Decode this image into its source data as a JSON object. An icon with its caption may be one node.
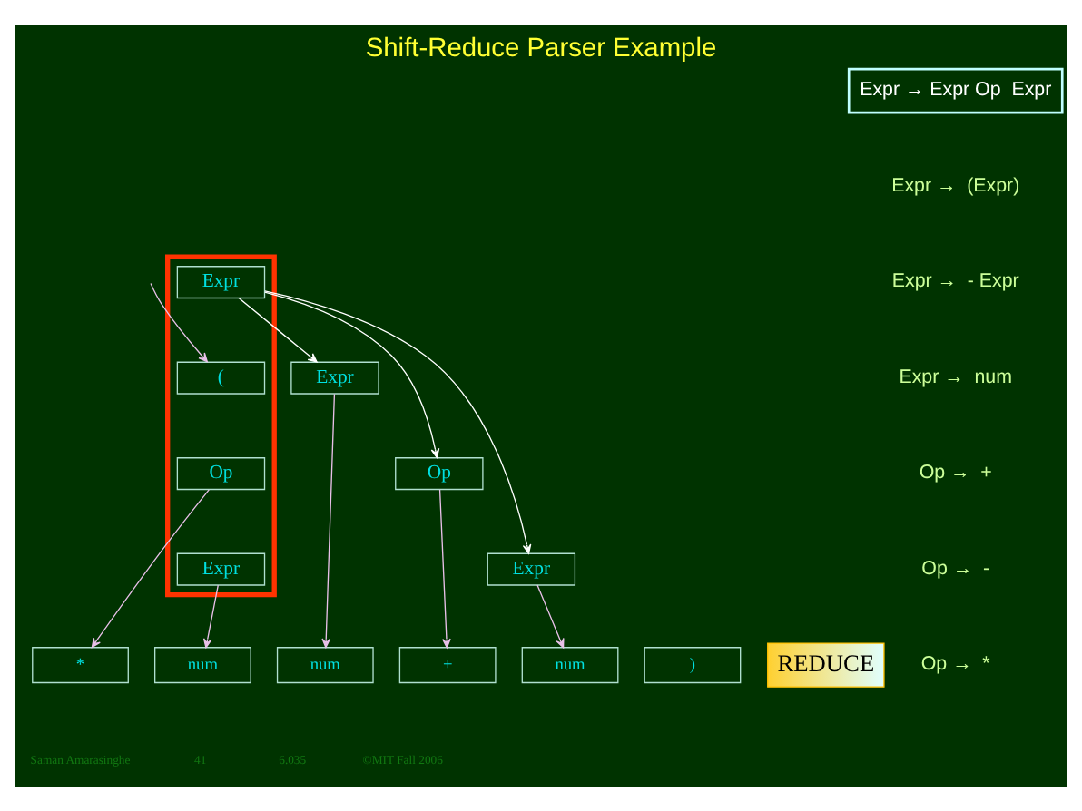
{
  "diagram": {
    "title": "Shift-Reduce Parser Example",
    "nodes": [
      {
        "text": [],
        "shape": "box"
      },
      {
        "text": [
          "Expr"
        ],
        "in": 0
      },
      {
        "text": [
          "("
        ],
        "in": 0
      },
      {
        "text": [
          "Op"
        ],
        "in": 0
      },
      {
        "text": [
          "Expr"
        ],
        "in": 0
      },
      {
        "text": [
          "Expr"
        ]
      },
      {
        "text": [
          "Op"
        ]
      },
      {
        "text": [
          "Expr"
        ]
      },
      {
        "text": [
          "num"
        ]
      },
      {
        "text": [
          "*"
        ]
      },
      {
        "text": [
          "num"
        ]
      },
      {
        "text": [
          "+"
        ]
      },
      {
        "text": [
          "num"
        ]
      },
      {
        "text": [
          ")"
        ]
      },
      {
        "text": [
          "REDUCE"
        ]
      },
      {
        "text": [
          "Expr → Expr Op  Expr"
        ]
      }
    ],
    "edges": [
      {
        "from": 1,
        "to": 5,
        "arrow": "to",
        "color": "#ffffff"
      },
      {
        "from": 1,
        "to": 6,
        "arrow": "to",
        "color": "#ffffff"
      },
      {
        "from": 1,
        "to": 7,
        "arrow": "to",
        "color": "#ffffff"
      },
      {
        "from": null,
        "to": 2,
        "arrow": "to"
      },
      {
        "from": 3,
        "to": 9,
        "arrow": "to"
      },
      {
        "from": 4,
        "to": 8,
        "arrow": "to"
      },
      {
        "from": 5,
        "to": 12,
        "arrow": "to"
      },
      {
        "from": 6,
        "to": 11,
        "arrow": "to"
      },
      {
        "from": 7,
        "to": 10,
        "arrow": "to"
      }
    ],
    "labels": [
      "Expr →  (Expr)",
      "Expr →  - Expr",
      "Expr →  num",
      "Op →  +",
      "Op →  -",
      "Op →  *",
      "Saman Amarasinghe",
      "41",
      "6.035",
      "©MIT Fall 2006"
    ]
  }
}
